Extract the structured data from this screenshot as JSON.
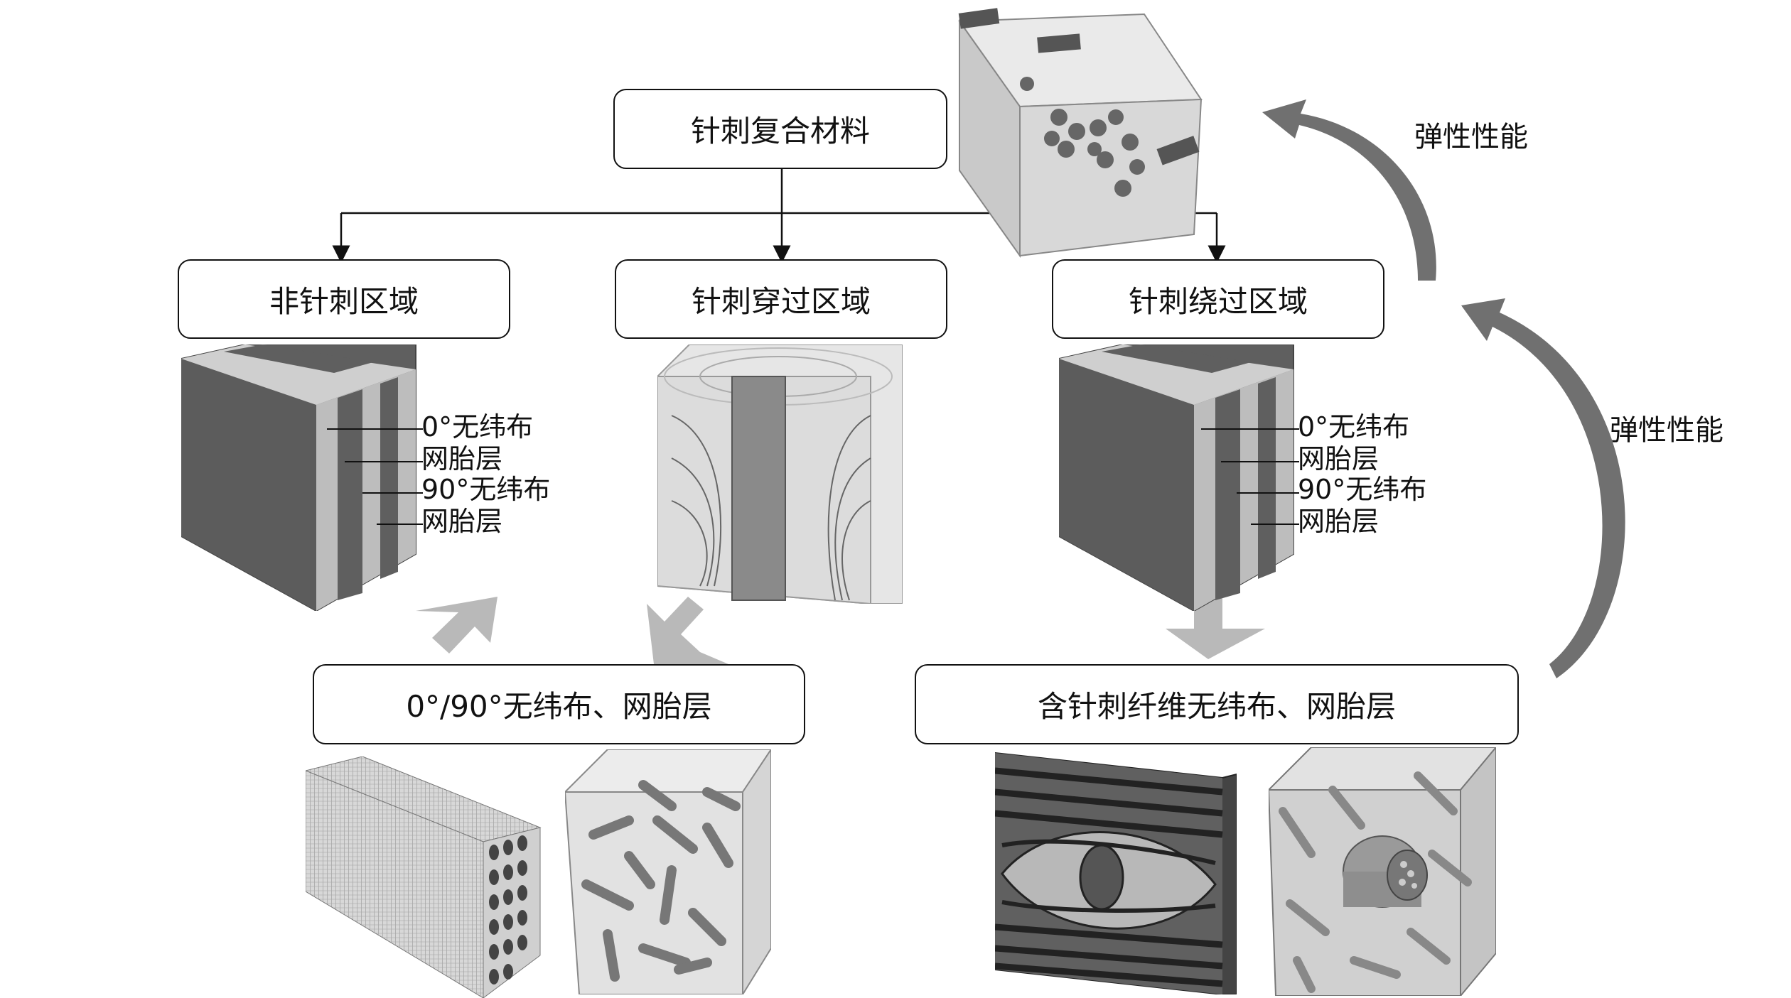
{
  "boxes": {
    "root": "针刺复合材料",
    "non_needled": "非针刺区域",
    "needle_through": "针刺穿过区域",
    "needle_around": "针刺绕过区域",
    "result_left": "0°/90°无纬布、网胎层",
    "result_right": "含针刺纤维无纬布、网胎层"
  },
  "layer_labels_left": [
    "0°无纬布",
    "网胎层",
    "90°无纬布",
    "网胎层"
  ],
  "layer_labels_right": [
    "0°无纬布",
    "网胎层",
    "90°无纬布",
    "网胎层"
  ],
  "feedback": {
    "upper_label": "弹性性能",
    "lower_label": "弹性性能"
  },
  "colors": {
    "block_dark": "#5f5f5f",
    "block_light": "#bdbdbd",
    "arrow_gray": "#b9b9b9",
    "curve_arrow": "#707070"
  }
}
